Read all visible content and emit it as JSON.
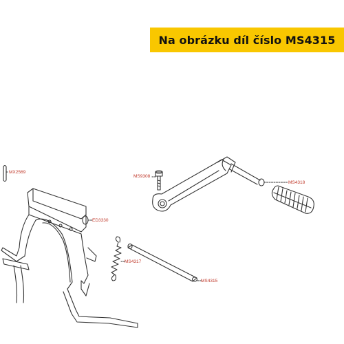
{
  "banner": {
    "text": "Na obrázku díl číslo MS4315",
    "color": "#f9c700"
  },
  "callouts": {
    "mx2569": "MX2569",
    "ed3330": "ED3330",
    "ms9308": "MS9308",
    "ms4318": "MS4318",
    "ms4317": "MS4317",
    "ms4315": "MS4315"
  },
  "colors": {
    "line": "#333333",
    "callout_text": "#c0392b"
  }
}
